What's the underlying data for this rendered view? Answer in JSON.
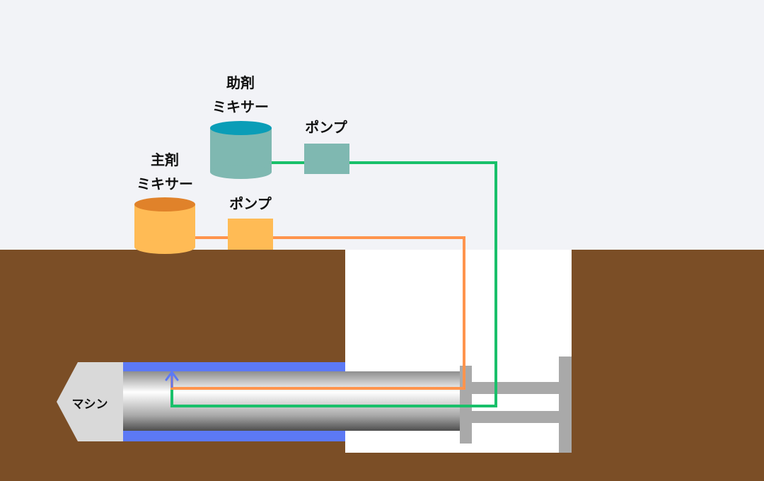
{
  "labels": {
    "sub_mixer_line1": "助剤",
    "sub_mixer_line2": "ミキサー",
    "sub_pump": "ポンプ",
    "main_mixer_line1": "主剤",
    "main_mixer_line2": "ミキサー",
    "main_pump": "ポンプ",
    "machine": "マシン"
  },
  "colors": {
    "sky": "#f2f3f7",
    "soil": "#7b4e26",
    "shaft": "#ffffff",
    "sub_mixer_top": "#0a9db7",
    "sub_mixer_body": "#7fb8b1",
    "sub_pump": "#7fb8b1",
    "main_mixer_top": "#e0822a",
    "main_mixer_body": "#ffbb55",
    "main_pump": "#ffbb55",
    "green_line": "#19c06a",
    "orange_line": "#ff944d",
    "blue_lining": "#5c79f5",
    "machine_head": "#d9d9d9",
    "frame": "#a9a9a9",
    "arrow": "#5c79f5"
  }
}
